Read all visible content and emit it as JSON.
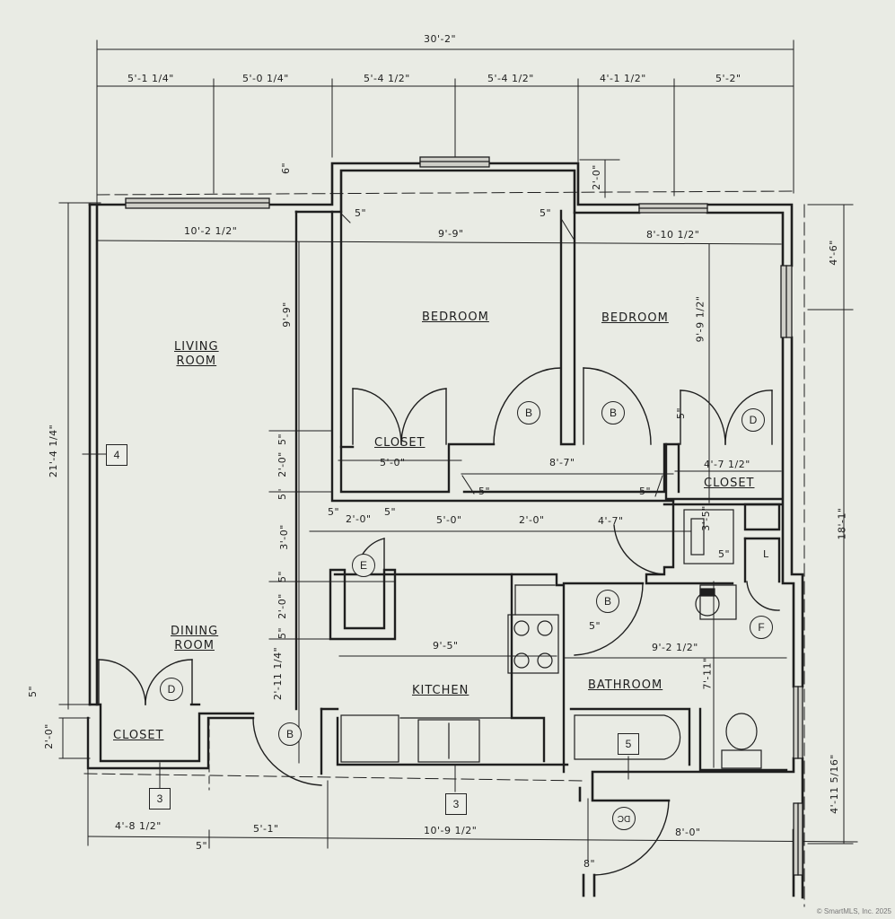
{
  "title": "30'-2\"",
  "top_dims": [
    "5'-1 1/4\"",
    "5'-0 1/4\"",
    "5'-4 1/2\"",
    "5'-4 1/2\"",
    "4'-1 1/2\"",
    "5'-2\""
  ],
  "rooms": {
    "living": [
      "LIVING",
      "ROOM"
    ],
    "dining": [
      "DINING",
      "ROOM"
    ],
    "bedroom1": "BEDROOM",
    "bedroom2": "BEDROOM",
    "kitchen": "KITCHEN",
    "bathroom": "BATHROOM",
    "closet1": "CLOSET",
    "closet2": "CLOSET",
    "closet3": "CLOSET"
  },
  "dims": {
    "living_width": "10'-2 1/2\"",
    "bed1_width": "9'-9\"",
    "bed2_width": "8'-10 1/2\"",
    "living_height": "9'-9\"",
    "bed2_height": "9'-9 1/2\"",
    "left_total": "21'-4 1/4\"",
    "right_top": "4'-6\"",
    "right_total": "18'-1\"",
    "right_bottom": "4'-11 5/16\"",
    "win_depth": "2'-0\"",
    "six": "6\"",
    "five": "5\"",
    "closet_w": "5'-0\"",
    "hall_w": "8'-7\"",
    "closet2_w": "4'-7 1/2\"",
    "closet_depth": "2'-0\"",
    "hall_depth": "3'-0\"",
    "linen_depth": "2'-0\"",
    "kitchen_depth": "2'-11 1/4\"",
    "two": "2'-0\"",
    "five_ft": "5'-0\"",
    "two_b": "2'-0\"",
    "four_seven": "4'-7\"",
    "kitchen_w": "9'-5\"",
    "bath_w": "9'-2 1/2\"",
    "bath_h": "7'-11\"",
    "left_two": "2'-0\"",
    "b1": "4'-8 1/2\"",
    "b2": "5'-1\"",
    "b3": "10'-9 1/2\"",
    "b4": "8'-0\"",
    "eight": "8\"",
    "three_five": "3'-5\""
  },
  "tags": {
    "four": "4",
    "three_a": "3",
    "three_b": "3",
    "five": "5"
  },
  "door_marks": {
    "b": "B",
    "d": "D",
    "e": "E",
    "f": "F",
    "l": "L",
    "dc": "DC"
  },
  "credit": "© SmartMLS, Inc. 2025"
}
